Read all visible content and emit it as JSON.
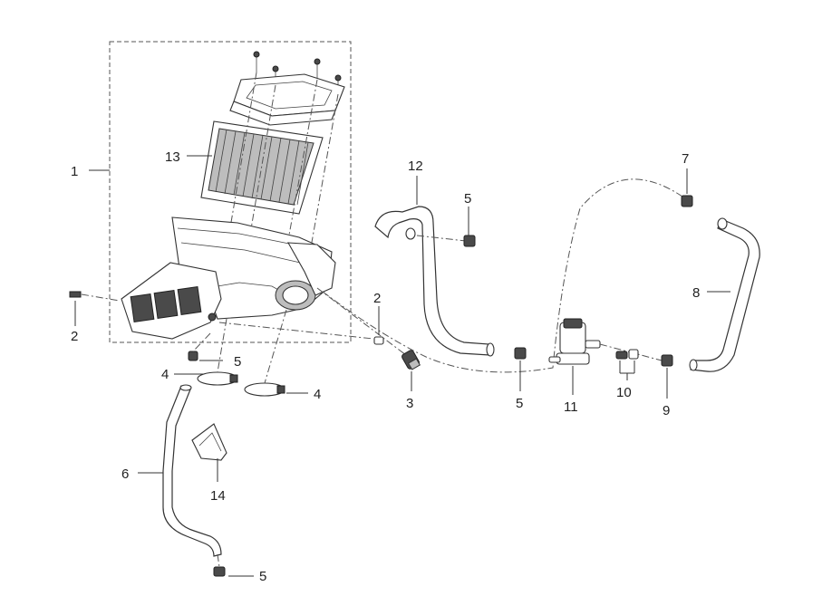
{
  "diagram": {
    "callouts": [
      {
        "id": "c1",
        "text": "1"
      },
      {
        "id": "c2a",
        "text": "2"
      },
      {
        "id": "c2b",
        "text": "2"
      },
      {
        "id": "c3",
        "text": "3"
      },
      {
        "id": "c4a",
        "text": "4"
      },
      {
        "id": "c4b",
        "text": "4"
      },
      {
        "id": "c5a",
        "text": "5"
      },
      {
        "id": "c5b",
        "text": "5"
      },
      {
        "id": "c5c",
        "text": "5"
      },
      {
        "id": "c5d",
        "text": "5"
      },
      {
        "id": "c6",
        "text": "6"
      },
      {
        "id": "c7",
        "text": "7"
      },
      {
        "id": "c8",
        "text": "8"
      },
      {
        "id": "c9",
        "text": "9"
      },
      {
        "id": "c10",
        "text": "10"
      },
      {
        "id": "c11",
        "text": "11"
      },
      {
        "id": "c12",
        "text": "12"
      },
      {
        "id": "c13",
        "text": "13"
      },
      {
        "id": "c14",
        "text": "14"
      }
    ],
    "parts": [
      "air-filter-housing-assembly",
      "screw",
      "sensor",
      "hose-clamp",
      "clip",
      "drain-hose",
      "clip",
      "breather-hose",
      "clip",
      "bolt",
      "valve",
      "intake-hose",
      "filter-element",
      "bracket"
    ]
  }
}
